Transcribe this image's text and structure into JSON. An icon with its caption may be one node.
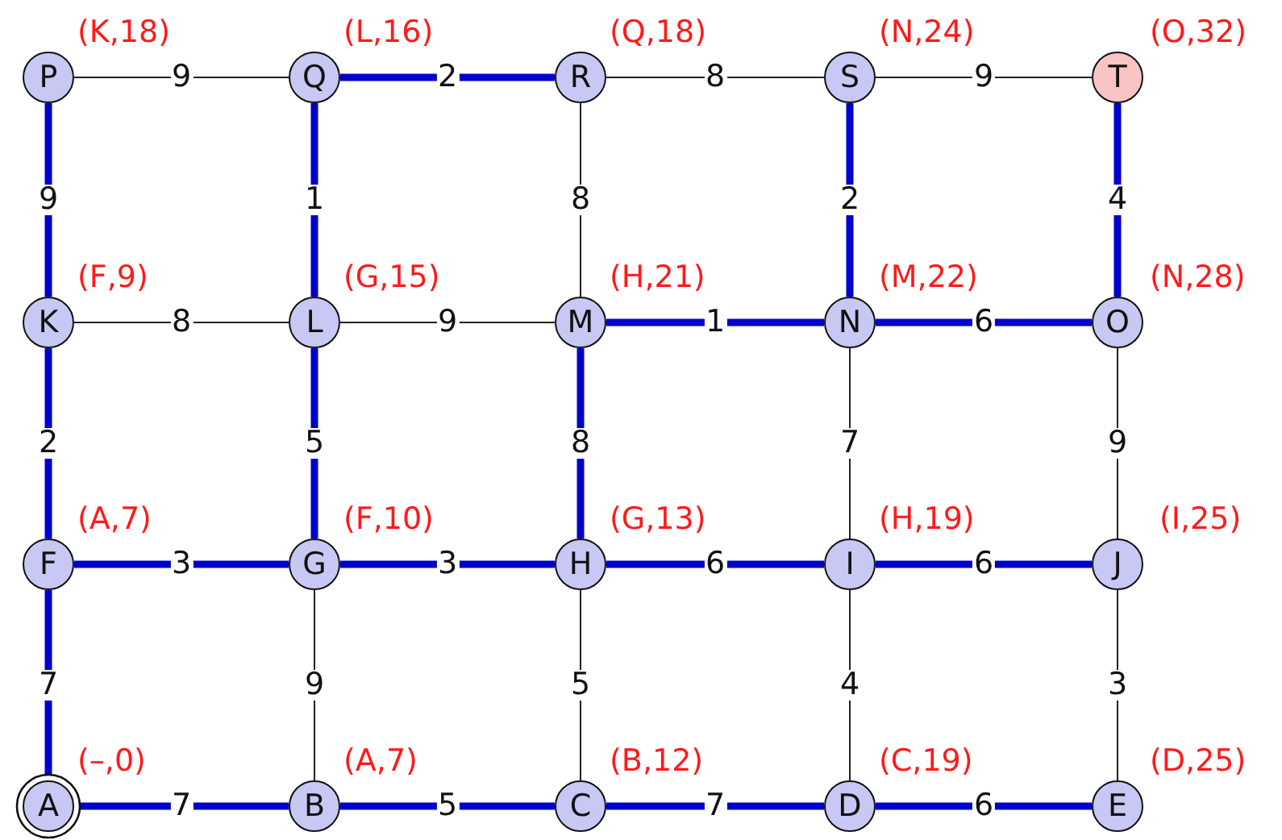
{
  "diagram": {
    "nodes": [
      {
        "text": [
          "P"
        ],
        "beside": [
          "(K,18)"
        ]
      },
      {
        "text": [
          "Q"
        ],
        "beside": [
          "(L,16)"
        ]
      },
      {
        "text": [
          "R"
        ],
        "beside": [
          "(Q,18)"
        ]
      },
      {
        "text": [
          "S"
        ],
        "beside": [
          "(N,24)"
        ]
      },
      {
        "text": [
          "T"
        ],
        "beside": [
          "(O,32)"
        ]
      },
      {
        "text": [
          "K"
        ],
        "beside": [
          "(F,9)"
        ]
      },
      {
        "text": [
          "L"
        ],
        "beside": [
          "(G,15)"
        ]
      },
      {
        "text": [
          "M"
        ],
        "beside": [
          "(H,21)"
        ]
      },
      {
        "text": [
          "N"
        ],
        "beside": [
          "(M,22)"
        ]
      },
      {
        "text": [
          "O"
        ],
        "beside": [
          "(N,28)"
        ]
      },
      {
        "text": [
          "F"
        ],
        "beside": [
          "(A,7)"
        ]
      },
      {
        "text": [
          "G"
        ],
        "beside": [
          "(F,10)"
        ]
      },
      {
        "text": [
          "H"
        ],
        "beside": [
          "(G,13)"
        ]
      },
      {
        "text": [
          "I"
        ],
        "beside": [
          "(H,19)"
        ]
      },
      {
        "text": [
          "J"
        ],
        "beside": [
          "(I,25)"
        ]
      },
      {
        "text": [
          "A"
        ],
        "beside": [
          "(–,0)"
        ]
      },
      {
        "text": [
          "B"
        ],
        "beside": [
          "(A,7)"
        ]
      },
      {
        "text": [
          "C"
        ],
        "beside": [
          "(B,12)"
        ]
      },
      {
        "text": [
          "D"
        ],
        "beside": [
          "(C,19)"
        ]
      },
      {
        "text": [
          "E"
        ],
        "beside": [
          "(D,25)"
        ]
      }
    ],
    "edges": [
      {
        "from": 0,
        "to": 1,
        "arrow": "none",
        "label": "9",
        "color": "#222222"
      },
      {
        "from": 1,
        "to": 2,
        "arrow": "none",
        "label": "2"
      },
      {
        "from": 2,
        "to": 3,
        "arrow": "none",
        "label": "8",
        "color": "#222222"
      },
      {
        "from": 3,
        "to": 4,
        "arrow": "none",
        "label": "9",
        "color": "#222222"
      },
      {
        "from": 0,
        "to": 5,
        "arrow": "none",
        "label": "9"
      },
      {
        "from": 1,
        "to": 6,
        "arrow": "none",
        "label": "1"
      },
      {
        "from": 2,
        "to": 7,
        "arrow": "none",
        "label": "8",
        "color": "#222222"
      },
      {
        "from": 3,
        "to": 8,
        "arrow": "none",
        "label": "2"
      },
      {
        "from": 4,
        "to": 9,
        "arrow": "none",
        "label": "4"
      },
      {
        "from": 5,
        "to": 6,
        "arrow": "none",
        "label": "8",
        "color": "#222222"
      },
      {
        "from": 6,
        "to": 7,
        "arrow": "none",
        "label": "9",
        "color": "#222222"
      },
      {
        "from": 7,
        "to": 8,
        "arrow": "none",
        "label": "1"
      },
      {
        "from": 8,
        "to": 9,
        "arrow": "none",
        "label": "6"
      },
      {
        "from": 5,
        "to": 10,
        "arrow": "none",
        "label": "2"
      },
      {
        "from": 6,
        "to": 11,
        "arrow": "none",
        "label": "5"
      },
      {
        "from": 7,
        "to": 12,
        "arrow": "none",
        "label": "8"
      },
      {
        "from": 8,
        "to": 13,
        "arrow": "none",
        "label": "7",
        "color": "#222222"
      },
      {
        "from": 9,
        "to": 14,
        "arrow": "none",
        "label": "9",
        "color": "#222222"
      },
      {
        "from": 10,
        "to": 11,
        "arrow": "none",
        "label": "3"
      },
      {
        "from": 11,
        "to": 12,
        "arrow": "none",
        "label": "3"
      },
      {
        "from": 12,
        "to": 13,
        "arrow": "none",
        "label": "6"
      },
      {
        "from": 13,
        "to": 14,
        "arrow": "none",
        "label": "6"
      },
      {
        "from": 10,
        "to": 15,
        "arrow": "none",
        "label": "7"
      },
      {
        "from": 11,
        "to": 16,
        "arrow": "none",
        "label": "9",
        "color": "#222222"
      },
      {
        "from": 12,
        "to": 17,
        "arrow": "none",
        "label": "5",
        "color": "#222222"
      },
      {
        "from": 13,
        "to": 18,
        "arrow": "none",
        "label": "4",
        "color": "#222222"
      },
      {
        "from": 14,
        "to": 19,
        "arrow": "none",
        "label": "3",
        "color": "#222222"
      },
      {
        "from": 15,
        "to": 16,
        "arrow": "none",
        "label": "7"
      },
      {
        "from": 16,
        "to": 17,
        "arrow": "none",
        "label": "5"
      },
      {
        "from": 17,
        "to": 18,
        "arrow": "none",
        "label": "7"
      },
      {
        "from": 18,
        "to": 19,
        "arrow": "none",
        "label": "6"
      }
    ]
  }
}
